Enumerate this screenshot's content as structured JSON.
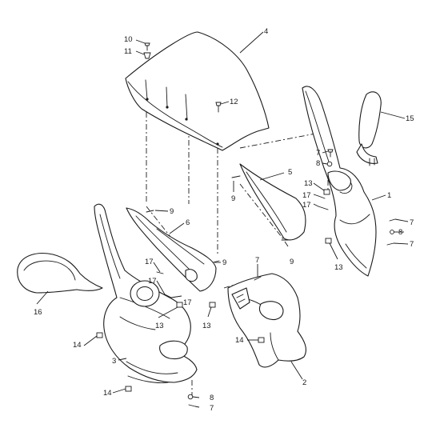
{
  "callouts": [
    {
      "id": "c1",
      "text": "1"
    },
    {
      "id": "c2",
      "text": "2"
    },
    {
      "id": "c3",
      "text": "3"
    },
    {
      "id": "c4",
      "text": "4"
    },
    {
      "id": "c5",
      "text": "5"
    },
    {
      "id": "c6",
      "text": "6"
    },
    {
      "id": "c7a",
      "text": "7"
    },
    {
      "id": "c7b",
      "text": "7"
    },
    {
      "id": "c7c",
      "text": "7"
    },
    {
      "id": "c7d",
      "text": "7"
    },
    {
      "id": "c8a",
      "text": "8"
    },
    {
      "id": "c8b",
      "text": "8"
    },
    {
      "id": "c8c",
      "text": "8"
    },
    {
      "id": "c9a",
      "text": "9"
    },
    {
      "id": "c9b",
      "text": "9"
    },
    {
      "id": "c9c",
      "text": "9"
    },
    {
      "id": "c9d",
      "text": "9"
    },
    {
      "id": "c10",
      "text": "10"
    },
    {
      "id": "c11",
      "text": "11"
    },
    {
      "id": "c12",
      "text": "12"
    },
    {
      "id": "c13a",
      "text": "13"
    },
    {
      "id": "c13b",
      "text": "13"
    },
    {
      "id": "c13c",
      "text": "13"
    },
    {
      "id": "c13d",
      "text": "13"
    },
    {
      "id": "c14a",
      "text": "14"
    },
    {
      "id": "c14b",
      "text": "14"
    },
    {
      "id": "c14c",
      "text": "14"
    },
    {
      "id": "c15",
      "text": "15"
    },
    {
      "id": "c16",
      "text": "16"
    },
    {
      "id": "c17a",
      "text": "17"
    },
    {
      "id": "c17b",
      "text": "17"
    },
    {
      "id": "c17c",
      "text": "17"
    },
    {
      "id": "c17d",
      "text": "17"
    }
  ]
}
